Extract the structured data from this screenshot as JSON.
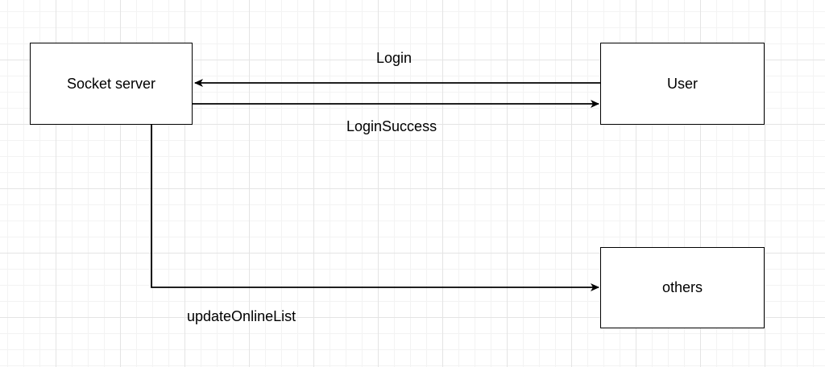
{
  "nodes": {
    "socket_server": "Socket server",
    "user": "User",
    "others": "others"
  },
  "edges": {
    "login": "Login",
    "login_success": "LoginSuccess",
    "update_online_list": "updateOnlineList"
  },
  "colors": {
    "line": "#000000",
    "grid_major": "#e4e4e4",
    "grid_minor": "#f3f3f3",
    "background": "#ffffff"
  }
}
